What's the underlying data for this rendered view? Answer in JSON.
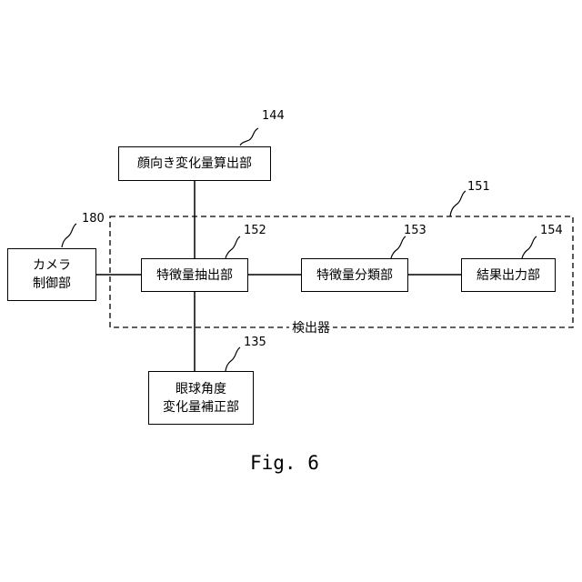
{
  "blocks": {
    "face_direction": {
      "lines": [
        "顔向き変化量算出部"
      ],
      "ref": "144"
    },
    "camera_control": {
      "lines": [
        "カメラ",
        "制御部"
      ],
      "ref": "180"
    },
    "feature_extraction": {
      "lines": [
        "特徴量抽出部"
      ],
      "ref": "152"
    },
    "feature_classification": {
      "lines": [
        "特徴量分類部"
      ],
      "ref": "153"
    },
    "result_output": {
      "lines": [
        "結果出力部"
      ],
      "ref": "154"
    },
    "eye_angle_correction": {
      "lines": [
        "眼球角度",
        "変化量補正部"
      ],
      "ref": "135"
    }
  },
  "detector_group": {
    "label": "検出器",
    "ref": "151"
  },
  "caption": "Fig. 6"
}
